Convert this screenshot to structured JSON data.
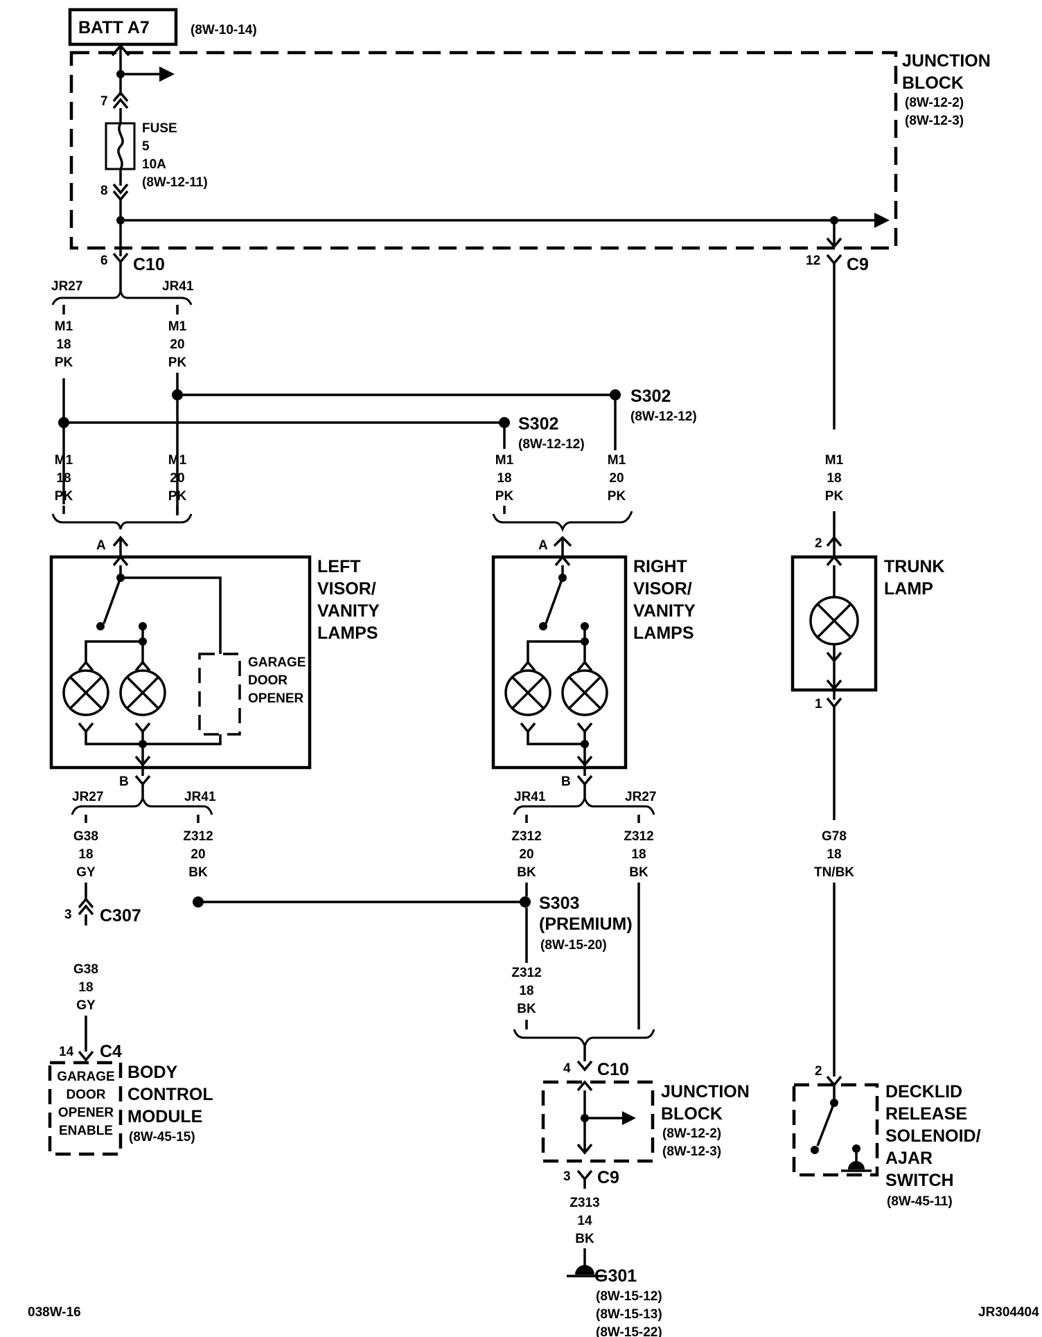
{
  "page": {
    "footer_left": "038W-16",
    "footer_right": "JR304404"
  },
  "batt": {
    "label": "BATT A7",
    "ref": "(8W-10-14)"
  },
  "junction_block_top": {
    "name_line1": "JUNCTION",
    "name_line2": "BLOCK",
    "ref1": "(8W-12-2)",
    "ref2": "(8W-12-3)"
  },
  "fuse": {
    "pin_in": "7",
    "pin_out": "8",
    "label": "FUSE",
    "number": "5",
    "rating": "10A",
    "ref": "(8W-12-11)"
  },
  "c10_top": {
    "pin": "6",
    "name": "C10"
  },
  "c9_top": {
    "pin": "12",
    "name": "C9"
  },
  "option_codes": {
    "jr27": "JR27",
    "jr41": "JR41"
  },
  "wires": {
    "m1_18_pk": [
      "M1",
      "18",
      "PK"
    ],
    "m1_20_pk": [
      "M1",
      "20",
      "PK"
    ],
    "g38_18_gy": [
      "G38",
      "18",
      "GY"
    ],
    "z312_20_bk": [
      "Z312",
      "20",
      "BK"
    ],
    "z312_18_bk": [
      "Z312",
      "18",
      "BK"
    ],
    "g78_18_tnbk": [
      "G78",
      "18",
      "TN/BK"
    ],
    "z313_14_bk": [
      "Z313",
      "14",
      "BK"
    ]
  },
  "splices": {
    "s302": {
      "name": "S302",
      "ref": "(8W-12-12)"
    },
    "s303": {
      "name": "S303",
      "qualifier": "(PREMIUM)",
      "ref": "(8W-15-20)"
    }
  },
  "left_visor": {
    "pin_a": "A",
    "pin_b": "B",
    "title": [
      "LEFT",
      "VISOR/",
      "VANITY",
      "LAMPS"
    ],
    "garage": [
      "GARAGE",
      "DOOR",
      "OPENER"
    ]
  },
  "right_visor": {
    "pin_a": "A",
    "pin_b": "B",
    "title": [
      "RIGHT",
      "VISOR/",
      "VANITY",
      "LAMPS"
    ]
  },
  "trunk_lamp": {
    "pin_top": "2",
    "pin_bottom": "1",
    "title": [
      "TRUNK",
      "LAMP"
    ]
  },
  "c307": {
    "pin": "3",
    "name": "C307"
  },
  "body_control_module": {
    "pin": "14",
    "connector": "C4",
    "inner": [
      "GARAGE",
      "DOOR",
      "OPENER",
      "ENABLE"
    ],
    "title": [
      "BODY",
      "CONTROL",
      "MODULE"
    ],
    "ref": "(8W-45-15)"
  },
  "junction_block_bottom": {
    "in_pin": "4",
    "in_conn": "C10",
    "out_pin": "3",
    "out_conn": "C9",
    "title": [
      "JUNCTION",
      "BLOCK"
    ],
    "ref1": "(8W-12-2)",
    "ref2": "(8W-12-3)"
  },
  "ground": {
    "name": "G301",
    "refs": [
      "(8W-15-12)",
      "(8W-15-13)",
      "(8W-15-22)"
    ]
  },
  "decklid": {
    "pin": "2",
    "title": [
      "DECKLID",
      "RELEASE",
      "SOLENOID/",
      "AJAR",
      "SWITCH"
    ],
    "ref": "(8W-45-11)"
  }
}
